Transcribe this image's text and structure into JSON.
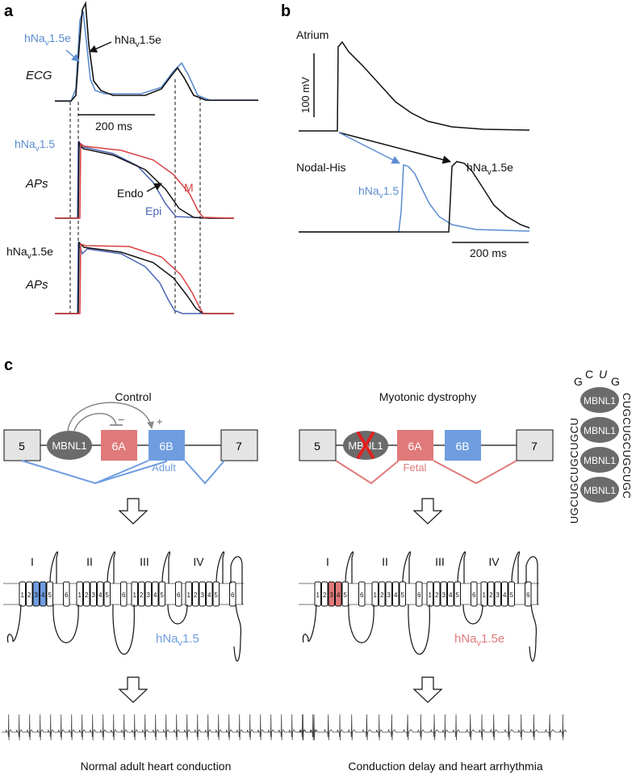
{
  "colors": {
    "blue": "#5b8ccf",
    "red": "#d94040",
    "black": "#111111",
    "dark_red": "#c8303a",
    "fetal_box": "#e07a7a",
    "adult_box": "#6f9de0",
    "grey_oval": "#6b6b6b",
    "grey_box": "#e4e4e4"
  },
  "panel_a": {
    "letter": "a",
    "ecg_blue_label": "hNa",
    "ecg_blue_sub": "v",
    "ecg_blue_suffix": "1.5e",
    "ecg_black_label": "hNa",
    "ecg_black_sub": "v",
    "ecg_black_suffix": "1.5e",
    "ecg_label": "ECG",
    "scale_label": "200 ms",
    "row2_label": "hNa",
    "row2_sub": "v",
    "row2_suffix": "1.5",
    "aps_label": "APs",
    "endo_label": "Endo",
    "m_label": "M",
    "epi_label": "Epi",
    "row3_label": "hNa",
    "row3_sub": "v",
    "row3_suffix": "1.5e",
    "aps_label_2": "APs"
  },
  "panel_b": {
    "letter": "b",
    "atrium_label": "Atrium",
    "mv_label": "100 mV",
    "nodal_label": "Nodal-His",
    "black_label": "hNa",
    "black_sub": "v",
    "black_suffix": "1.5e",
    "blue_label": "hNa",
    "blue_sub": "v",
    "blue_suffix": "1.5",
    "scale_label": "200 ms"
  },
  "panel_c": {
    "letter": "c",
    "control": {
      "title": "Control",
      "exon_left": "5",
      "oval": "MBNL1",
      "minus": "−",
      "plus": "+",
      "exon_6a": "6A",
      "exon_6b": "6B",
      "exon_right": "7",
      "splice_label": "Adult",
      "domains": [
        "I",
        "II",
        "III",
        "IV"
      ],
      "segments": [
        "1",
        "2",
        "3",
        "4",
        "5",
        "6"
      ],
      "channel_label": "hNa",
      "channel_sub": "v",
      "channel_suffix": "1.5",
      "outcome": "Normal adult heart conduction"
    },
    "dystrophy": {
      "title": "Myotonic dystrophy",
      "exon_left": "5",
      "oval": "MBNL1",
      "exon_6a": "6A",
      "exon_6b": "6B",
      "exon_right": "7",
      "splice_label": "Fetal",
      "domains": [
        "I",
        "II",
        "III",
        "IV"
      ],
      "segments": [
        "1",
        "2",
        "3",
        "4",
        "5",
        "6"
      ],
      "channel_label": "hNa",
      "channel_sub": "v",
      "channel_suffix": "1.5e",
      "outcome": "Conduction delay and heart arrhythmia"
    },
    "repeat": {
      "top_letters": [
        "G",
        "C",
        "U",
        "G"
      ],
      "left_seq": "UGCUGCUGCUGCU",
      "right_seq": "CUGCUGCUGCUGC",
      "ovals": [
        "MBNL1",
        "MBNL1",
        "MBNL1",
        "MBNL1"
      ]
    }
  }
}
